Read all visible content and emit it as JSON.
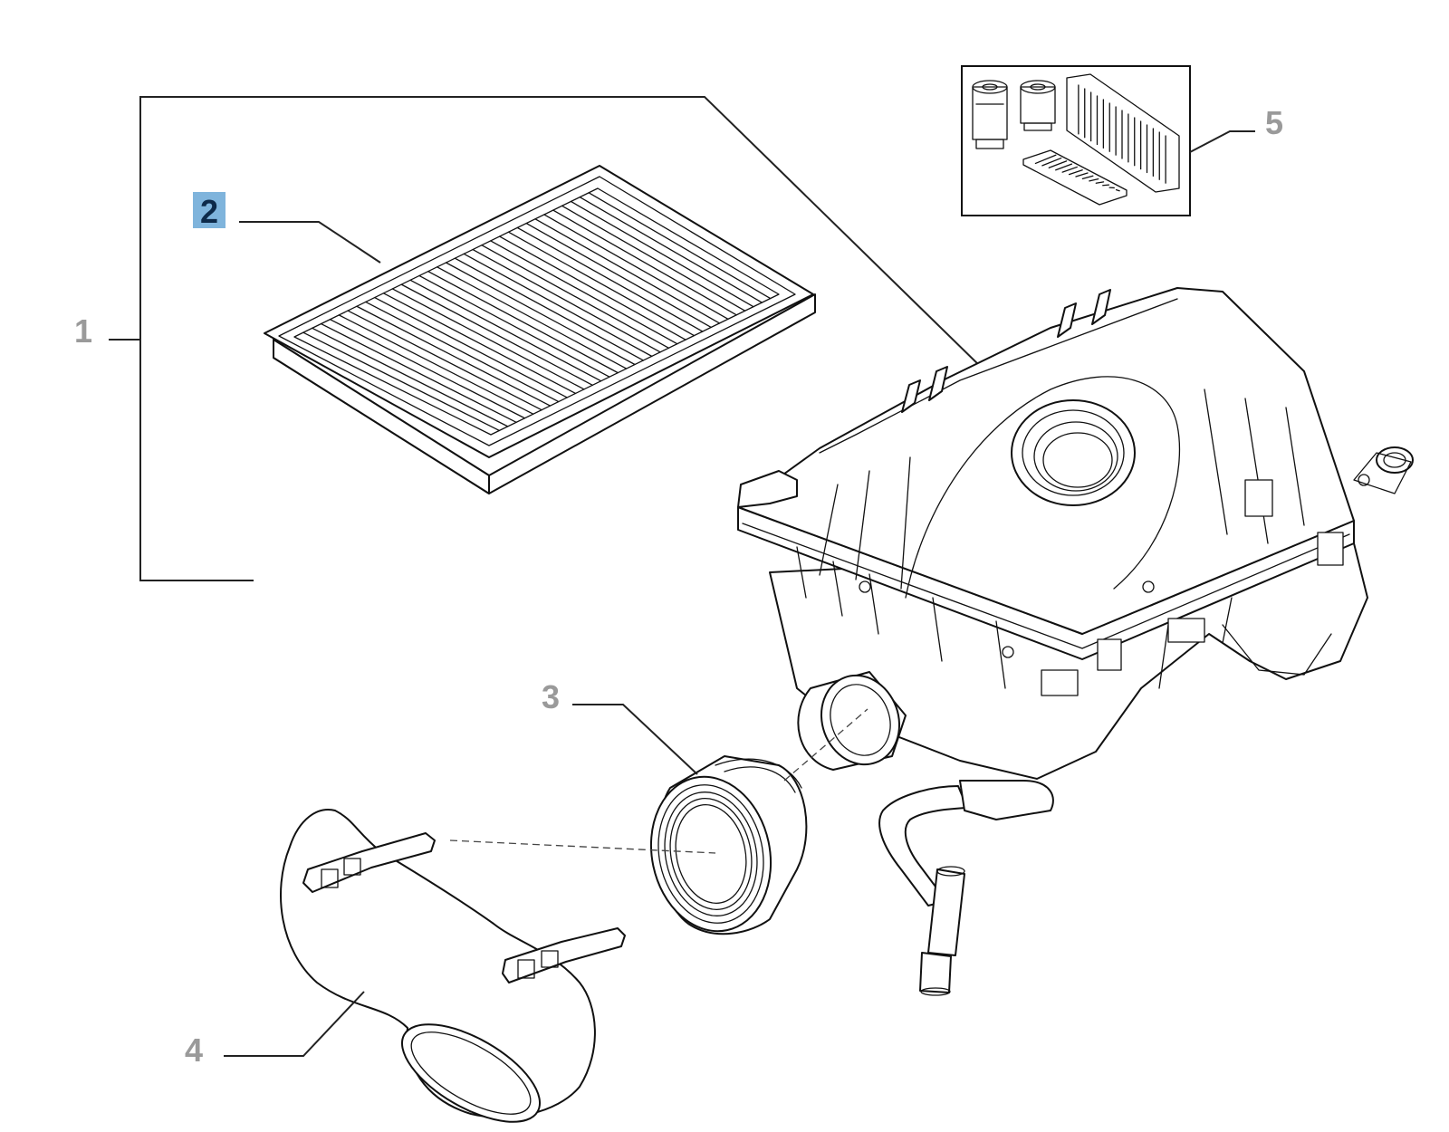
{
  "callouts": [
    {
      "id": "1",
      "label": "1",
      "highlighted": false
    },
    {
      "id": "2",
      "label": "2",
      "highlighted": true
    },
    {
      "id": "3",
      "label": "3",
      "highlighted": false
    },
    {
      "id": "4",
      "label": "4",
      "highlighted": false
    },
    {
      "id": "5",
      "label": "5",
      "highlighted": false
    }
  ],
  "colors": {
    "line": "#111111",
    "callout_text": "#9a9a9a",
    "highlight_bg": "#7fb4dc",
    "highlight_text": "#0d2a4a"
  }
}
